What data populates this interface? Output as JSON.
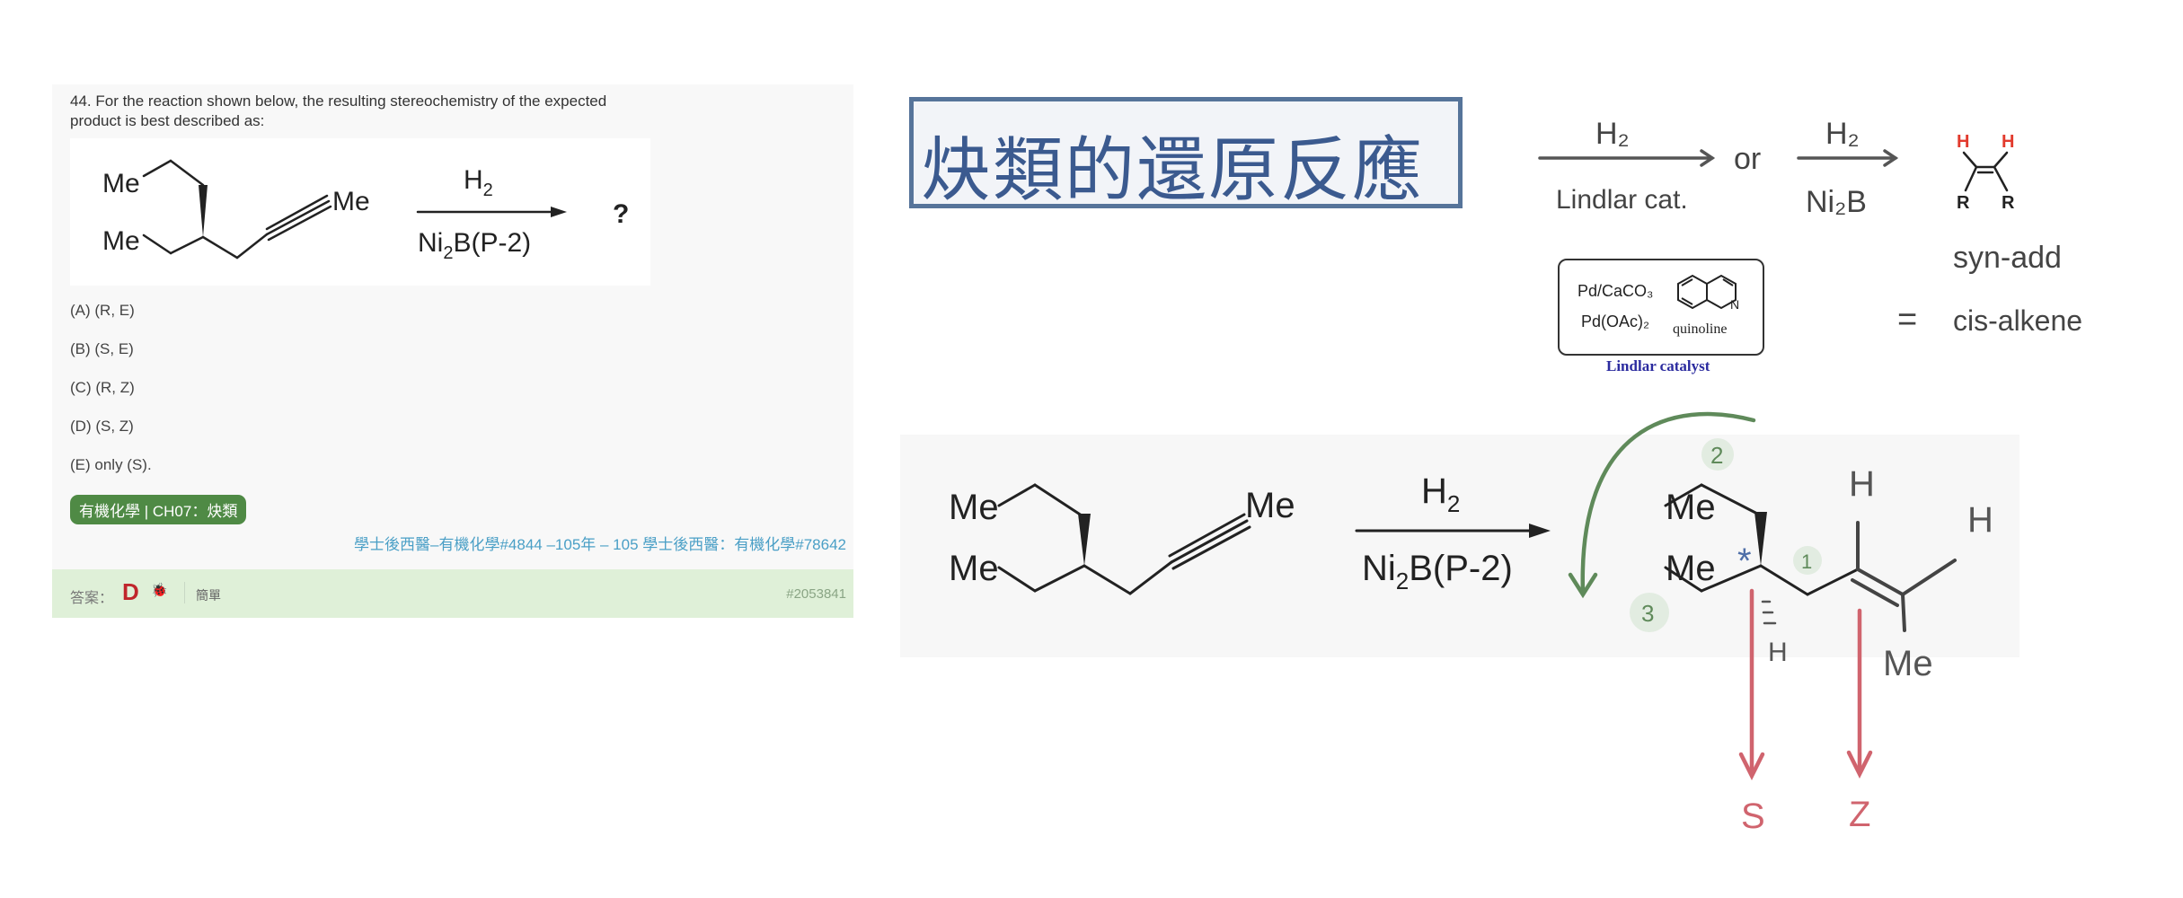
{
  "question": {
    "text": "44. For the reaction shown below, the resulting stereochemistry of the expected product is best described as:",
    "reaction": {
      "me_top": "Me",
      "me_bottom": "Me",
      "me_right": "Me",
      "reagent_top": "H",
      "reagent_top_sub": "2",
      "reagent_bottom_pre": "Ni",
      "reagent_bottom_sub": "2",
      "reagent_bottom_post": "B(P-2)",
      "product": "?"
    },
    "options": [
      "(A) (R, E)",
      "(B) (S, E)",
      "(C) (R, Z)",
      "(D) (S, Z)",
      "(E) only (S)."
    ],
    "tag": "有機化學 | CH07：炔類",
    "source": "學士後西醫–有機化學#4844 –105年 – 105 學士後西醫：有機化學#78642",
    "answer_label": "答案：",
    "answer_value": "D",
    "difficulty": "簡單",
    "id": "#2053841"
  },
  "notes": {
    "title": "炔類的還原反應",
    "arrow1_top": "H₂",
    "arrow1_bottom": "Lindlar cat.",
    "or": "or",
    "arrow2_top": "H₂",
    "arrow2_bottom": "Ni₂B",
    "alkene_h1": "H",
    "alkene_h2": "H",
    "alkene_r1": "R",
    "alkene_r2": "R",
    "syn_add": "syn-add",
    "equals": "=",
    "cis_alkene": "cis-alkene",
    "lindlar_pd1": "Pd/CaCO₃",
    "lindlar_pd2": "Pd(OAc)₂",
    "lindlar_quinoline": "quinoline",
    "lindlar_n": "N",
    "lindlar_caption": "Lindlar catalyst"
  },
  "mechanism": {
    "me_top": "Me",
    "me_bottom": "Me",
    "me_right": "Me",
    "reagent_top": "H",
    "reagent_top_sub": "2",
    "reagent_bottom_pre": "Ni",
    "reagent_bottom_sub": "2",
    "reagent_bottom_post": "B(P-2)",
    "prod_me_top": "Me",
    "prod_me_bottom": "Me",
    "h_wedge": "H",
    "h_alkene1": "H",
    "h_alkene2": "H",
    "prod_me_alkene": "Me",
    "priority_1": "1",
    "priority_2": "2",
    "priority_3": "3",
    "stereo_star": "*",
    "label_s": "S",
    "label_z": "Z"
  },
  "colors": {
    "tag_bg": "#4f8a45",
    "answer_bar_bg": "#dff0d8",
    "answer_red": "#c0262c",
    "source_blue": "#4a9fc6",
    "title_border": "#56749a",
    "green_arrow": "#5f8a5a",
    "red_arrow": "#d0646e",
    "alkene_h_red": "#e23b2e"
  }
}
